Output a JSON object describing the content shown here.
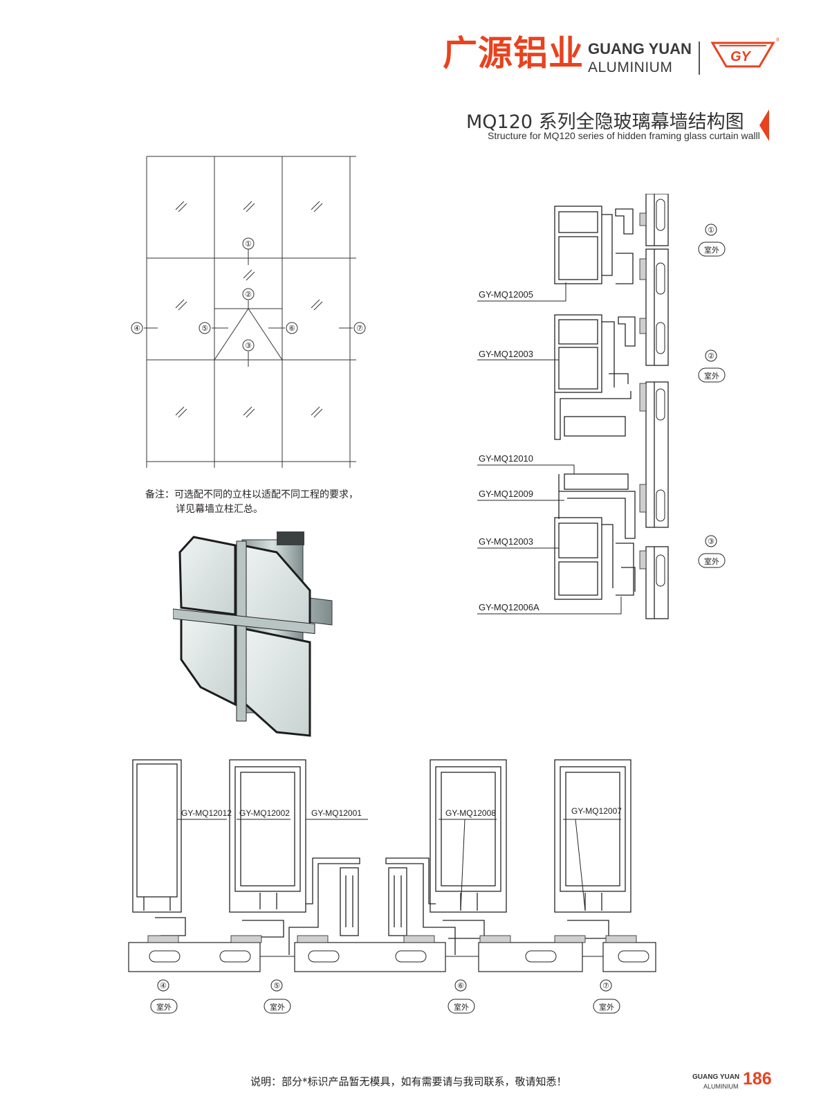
{
  "header": {
    "brand_cn": "广源铝业",
    "brand_en_line1": "GUANG YUAN",
    "brand_en_line2": "ALUMINIUM",
    "accent_color": "#e8421f",
    "logo_text": "GY"
  },
  "title": {
    "cn": "MQ120 系列全隐玻璃幕墙结构图",
    "en": "Structure for MQ120 series of hidden framing glass curtain walll"
  },
  "elevation": {
    "markers": [
      "①",
      "②",
      "③",
      "④",
      "⑤",
      "⑥",
      "⑦"
    ],
    "note_line1": "备注：可选配不同的立柱以适配不同工程的要求，",
    "note_line2": "详见幕墙立柱汇总。"
  },
  "vertical_section": {
    "labels": [
      "GY-MQ12005",
      "GY-MQ12003",
      "GY-MQ12010",
      "GY-MQ12009",
      "GY-MQ12003",
      "GY-MQ12006A"
    ],
    "markers": [
      "①",
      "②",
      "③"
    ],
    "exterior": "室外"
  },
  "horizontal_section": {
    "labels": [
      "GY-MQ12012",
      "GY-MQ12002",
      "GY-MQ12001",
      "GY-MQ12008",
      "GY-MQ12007"
    ],
    "markers": [
      "④",
      "⑤",
      "⑥",
      "⑦"
    ],
    "exterior": "室外"
  },
  "footer": {
    "note": "说明：部分*标识产品暂无模具，如有需要请与我司联系，敬请知悉！",
    "brand_line1": "GUANG YUAN",
    "brand_line2": "ALUMINIUM",
    "page_number": "186"
  }
}
